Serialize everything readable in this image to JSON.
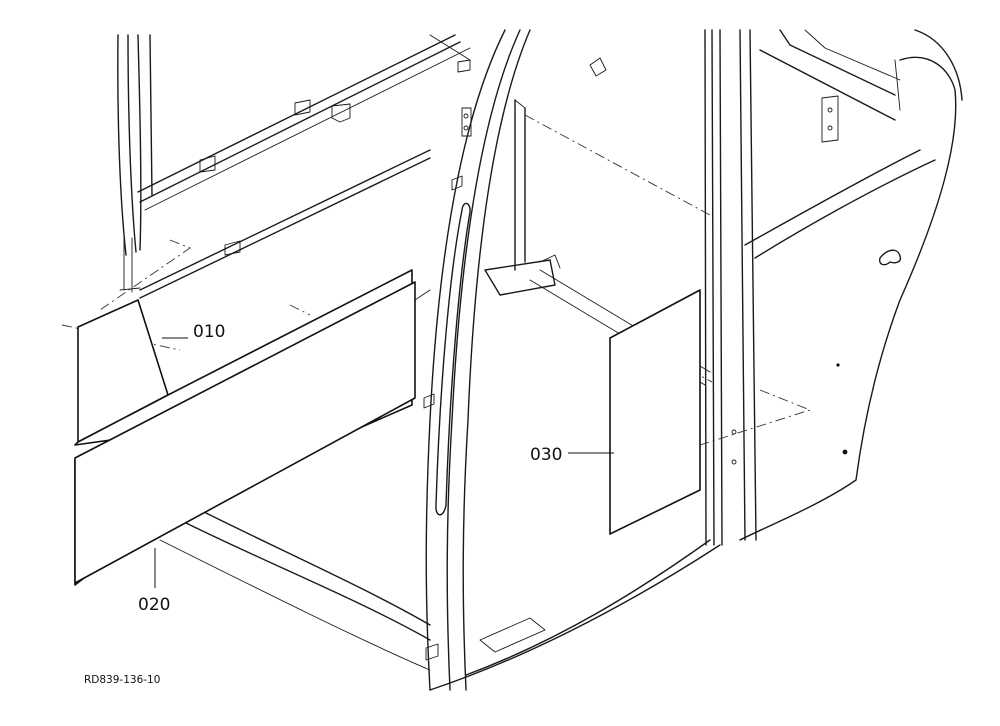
{
  "parts": [
    {
      "number": "010",
      "description_key": "panel-front-upper"
    },
    {
      "number": "020",
      "description_key": "panel-front-lower"
    },
    {
      "number": "030",
      "description_key": "panel-rear"
    }
  ],
  "labels": {
    "part_010": "010",
    "part_020": "020",
    "part_030": "030"
  },
  "drawing_code": "RD839-136-10"
}
